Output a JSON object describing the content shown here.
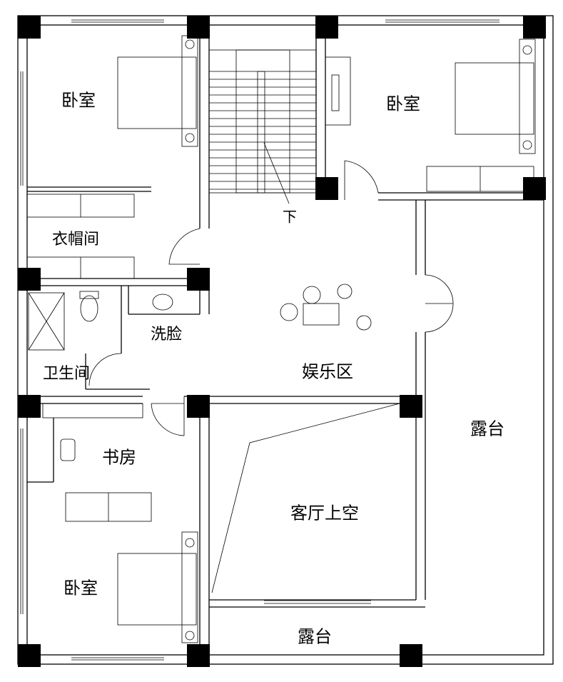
{
  "rooms": {
    "bedroom_top_left": "卧室",
    "bedroom_top_right": "卧室",
    "bedroom_bottom_left": "卧室",
    "cloakroom": "衣帽间",
    "bathroom": "卫生间",
    "washroom": "洗脸",
    "study": "书房",
    "entertainment": "娱乐区",
    "living_void": "客厅上空",
    "terrace_right": "露台",
    "terrace_bottom": "露台",
    "stair_down": "下"
  }
}
